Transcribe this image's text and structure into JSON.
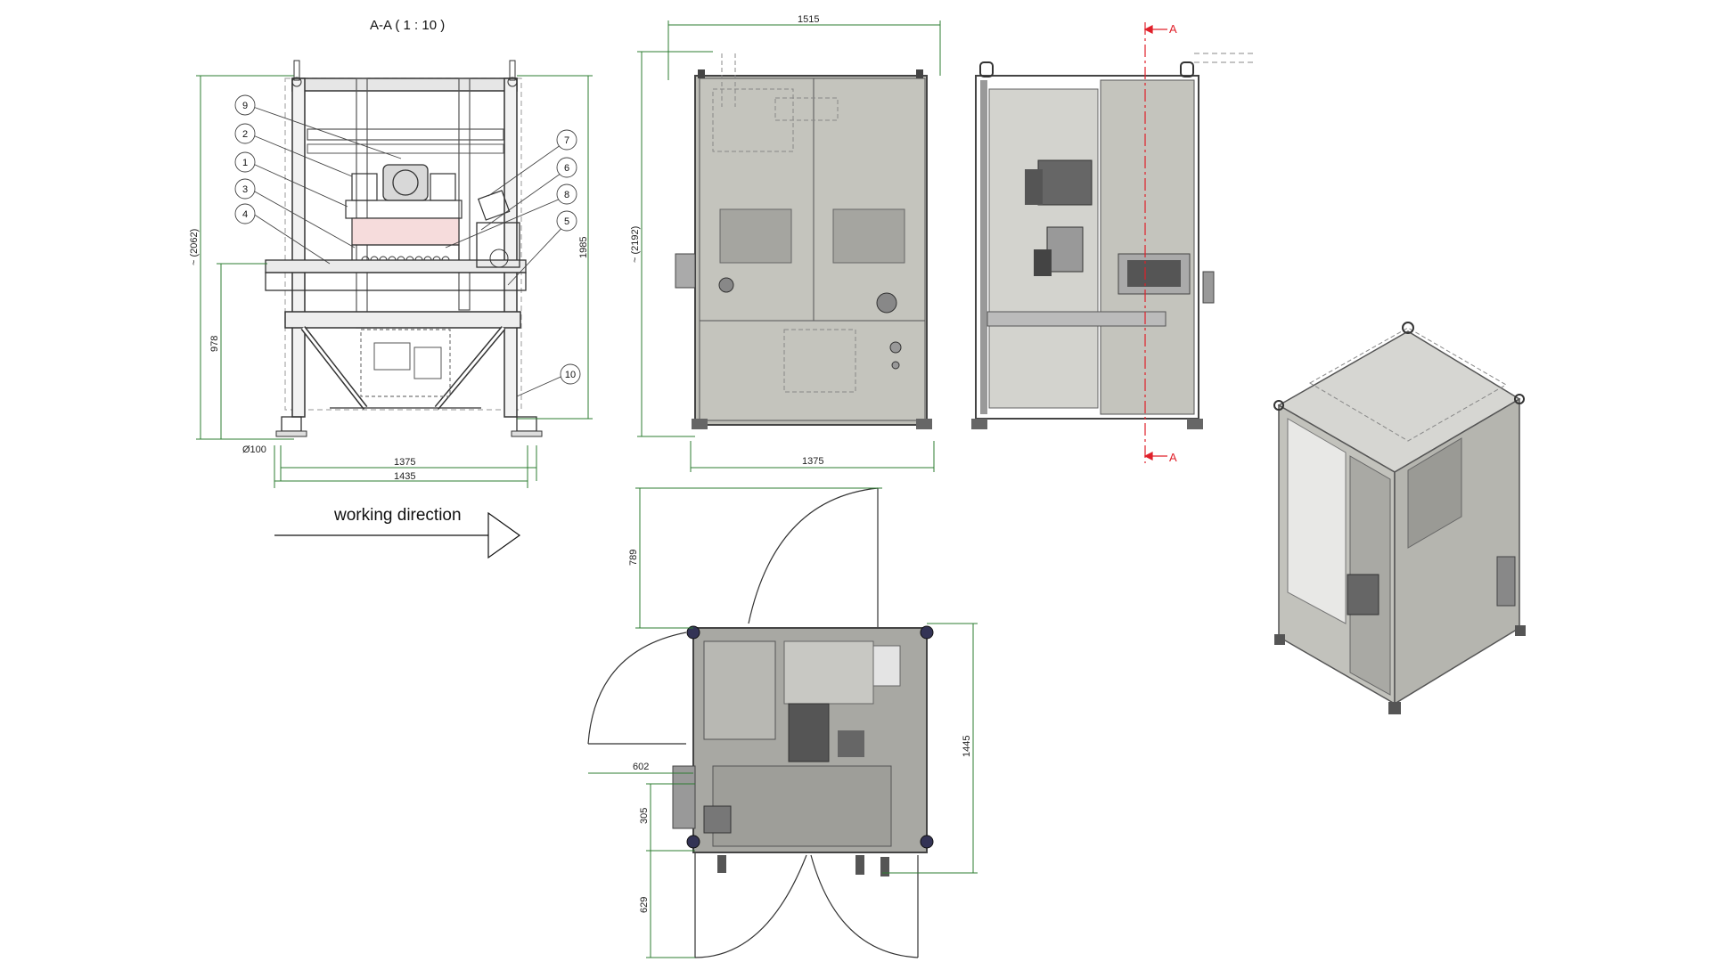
{
  "section_title": "A-A ( 1 : 10 )",
  "working_direction": "working direction",
  "section_marker": "A",
  "colors": {
    "panel": "#bdbdb6",
    "frame": "#555555",
    "dim_line": "#2e7d32",
    "section": "#e0202a",
    "line": "#333333"
  },
  "bubbles": [
    "9",
    "2",
    "1",
    "3",
    "4",
    "7",
    "6",
    "8",
    "5",
    "10"
  ],
  "dims": {
    "front_height_total": "~ (2062)",
    "front_height_1985": "1985",
    "front_height_978": "978",
    "foot_diameter": "Ø100",
    "front_width_1375": "1375",
    "front_width_1435": "1435",
    "side_width_1515": "1515",
    "side_height": "~ (2192)",
    "side_bottom_1375": "1375",
    "top_789": "789",
    "top_602": "602",
    "top_305": "305",
    "top_629": "629",
    "top_1445": "1445"
  }
}
